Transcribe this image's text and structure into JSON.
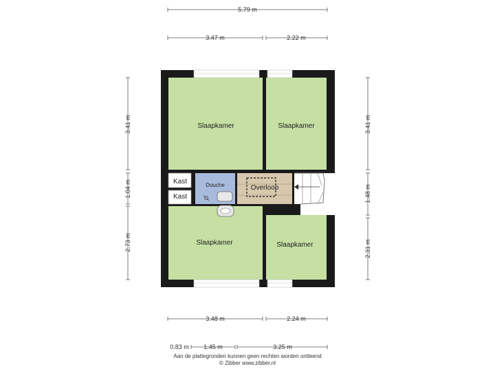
{
  "colors": {
    "wall": "#1a1a1a",
    "bedroom": "#c6e0a4",
    "shower": "#a9bbdd",
    "landing": "#d6c7ad",
    "closet": "#ffffff",
    "dimension_line": "#555555"
  },
  "dimensions": {
    "top_total": "5.79 m",
    "top_left": "3.47 m",
    "top_right": "2.22 m",
    "left_top": "3.41 m",
    "left_mid": "1.04 m",
    "left_bottom": "2.73 m",
    "right_top": "3.41 m",
    "right_mid": "1.48 m",
    "right_bottom": "2.31 m",
    "bottom_left": "3.48 m",
    "bottom_right": "2.24 m",
    "bottom2_a": "0.83 m",
    "bottom2_b": "1.45 m",
    "bottom2_c": "3.25 m"
  },
  "rooms": {
    "top_left": "Slaapkamer",
    "top_right": "Slaapkamer",
    "bottom_left": "Slaapkamer",
    "bottom_right": "Slaapkamer",
    "shower": "Douche",
    "landing": "Overloop",
    "closet_top": "Kast",
    "closet_bottom": "Kast"
  },
  "footer": {
    "disclaimer": "Aan de plattegronden kunnen geen rechten worden ontleend",
    "credit": "© Zibber www.zibber.nl"
  }
}
